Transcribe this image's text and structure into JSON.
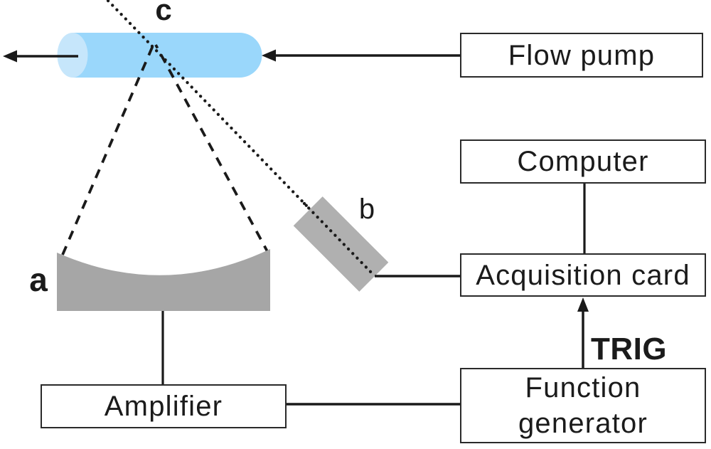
{
  "diagram": {
    "boxes": {
      "flow_pump": "Flow pump",
      "computer": "Computer",
      "acquisition_card": "Acquisition card",
      "function_generator": [
        "Function",
        "generator"
      ],
      "amplifier": "Amplifier"
    },
    "labels": {
      "focused_transducer": "a",
      "detector": "b",
      "focal_point": "c",
      "trigger": "TRIG"
    },
    "colors": {
      "background": "#ffffff",
      "line": "#1a1a1a",
      "box_border": "#2a2a2a",
      "tube_fill": "#9ad7fb",
      "tube_cap_fill": "#c6e6fb",
      "transducer_fill": "#a6a6a6",
      "detector_fill": "#b0b0b0"
    }
  }
}
